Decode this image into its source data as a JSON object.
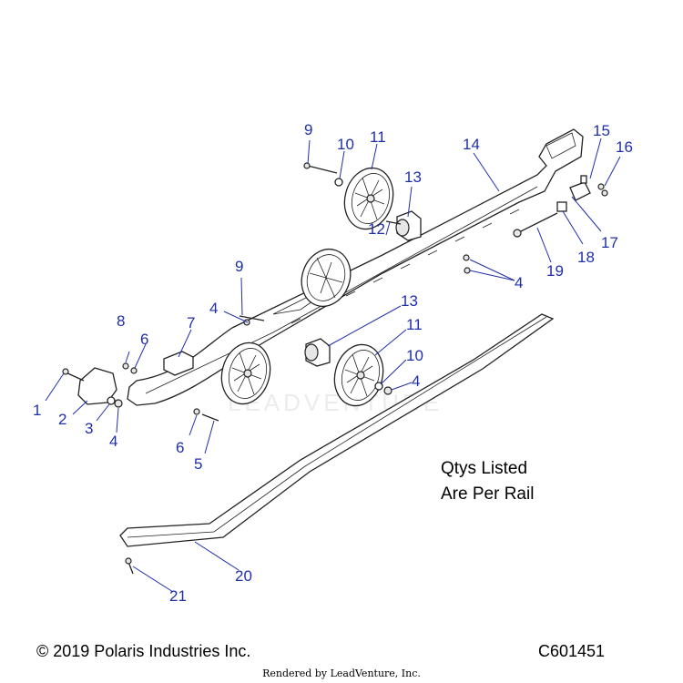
{
  "callouts": {
    "c1": "1",
    "c2": "2",
    "c3": "3",
    "c4a": "4",
    "c4b": "4",
    "c4c": "4",
    "c4d": "4",
    "c5": "5",
    "c6a": "6",
    "c6b": "6",
    "c7": "7",
    "c8": "8",
    "c9a": "9",
    "c9b": "9",
    "c10a": "10",
    "c10b": "10",
    "c11a": "11",
    "c11b": "11",
    "c12": "12",
    "c13a": "13",
    "c13b": "13",
    "c14": "14",
    "c15": "15",
    "c16": "16",
    "c17": "17",
    "c18": "18",
    "c19": "19",
    "c20": "20",
    "c21": "21"
  },
  "note": {
    "line1": "Qtys Listed",
    "line2": "Are Per Rail"
  },
  "footer": {
    "copyright": "© 2019 Polaris Industries Inc.",
    "diagram_id": "C601451",
    "rendered_by": "Rendered by LeadVenture, Inc."
  },
  "watermark": "LEADVENTURE",
  "colors": {
    "callout": "#1f2fa8",
    "line": "#222222"
  }
}
